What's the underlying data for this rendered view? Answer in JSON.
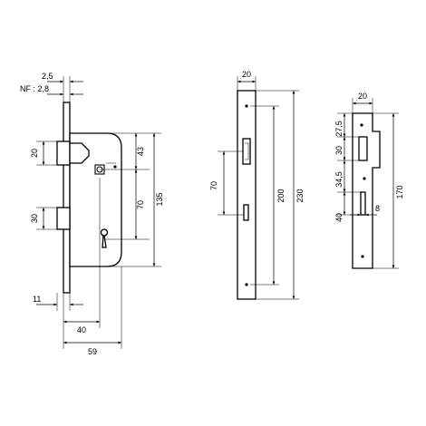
{
  "lock_body": {
    "faceplate_thickness": "2,5",
    "faceplate_nf": "NF : 2,8",
    "latch_height": "20",
    "latch_to_square": "43",
    "square_to_key": "70",
    "case_height": "135",
    "bolt_height": "30",
    "faceplate_offset": "11",
    "backset": "40",
    "case_depth": "59"
  },
  "faceplate": {
    "width": "20",
    "hole_spacing": "70",
    "fixing_centres": "200",
    "length": "230"
  },
  "strike_plate": {
    "width": "20",
    "top_margin": "27,5",
    "latch_opening": "30",
    "gap": "34,5",
    "bolt_opening": "40",
    "bolt_opening_width": "8",
    "length": "170"
  }
}
